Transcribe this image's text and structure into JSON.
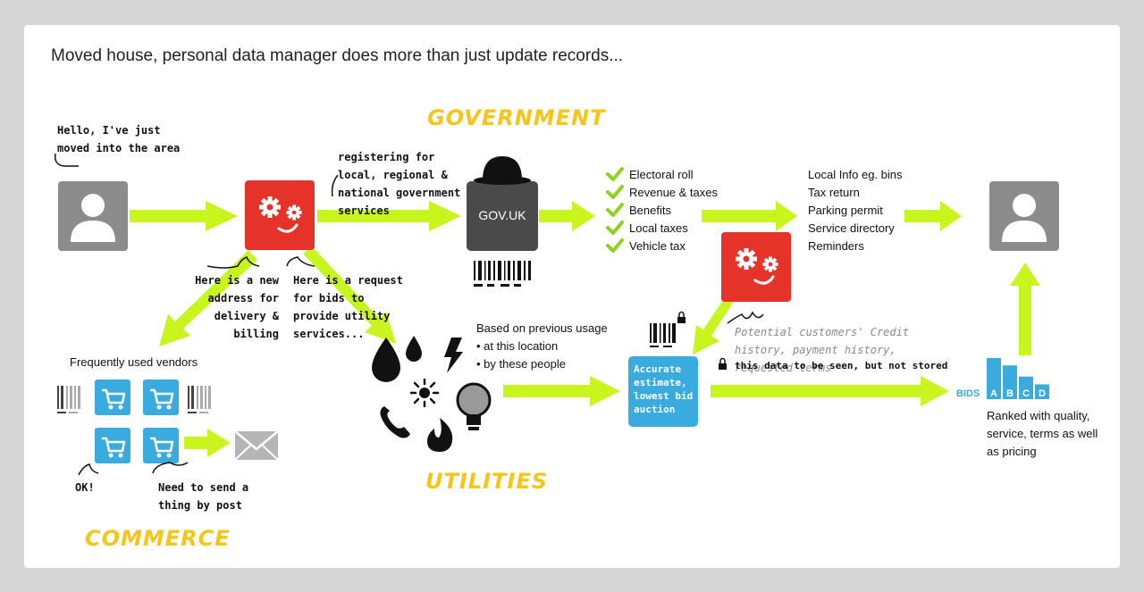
{
  "title": "Moved house, personal data manager does more than just update records...",
  "sections": {
    "government": "GOVERNMENT",
    "utilities": "UTILITIES",
    "commerce": "COMMERCE"
  },
  "speech": {
    "hello": "Hello, I've just moved into the area",
    "registering": "registering for local, regional & national government services",
    "new_address": "Here is a new address for delivery & billing",
    "request_bids": "Here is a request for bids to provide utility services...",
    "ok": "OK!",
    "need_send": "Need to send a thing by post"
  },
  "gov_box_label": "GOV.UK",
  "gov_services": [
    "Electoral roll",
    "Revenue & taxes",
    "Benefits",
    "Local taxes",
    "Vehicle tax"
  ],
  "gov_results": [
    "Local Info eg. bins",
    "Tax return",
    "Parking permit",
    "Service directory",
    "Reminders"
  ],
  "vendors_label": "Frequently used vendors",
  "usage": {
    "heading": "Based on previous usage",
    "items": [
      "at this location",
      "by these people"
    ]
  },
  "estimate_box": "Accurate estimate, lowest bid auction",
  "credit_note": "Potential customers' Credit history, payment history, requested terms",
  "privacy_note": "this data to be seen, but not stored",
  "bids": {
    "label": "BIDS",
    "letters": [
      "A",
      "B",
      "C",
      "D"
    ],
    "levels": [
      1.0,
      0.82,
      0.55,
      0.36
    ]
  },
  "ranked_note": "Ranked with quality, service, terms as well as pricing",
  "colors": {
    "arrow": "#c8f51e",
    "agent_red": "#e5332a",
    "vendor_blue": "#3aabdf",
    "heading_yellow": "#f5c518",
    "person_grey": "#8c8c8c",
    "check_green": "#8ed11e"
  },
  "icons": [
    "person-icon",
    "gears-icon",
    "bowler-hat-icon",
    "barcode-icon",
    "shopping-cart-icon",
    "envelope-icon",
    "water-drop-icon",
    "lightning-icon",
    "sun-icon",
    "phone-icon",
    "flame-icon",
    "light-bulb-icon",
    "padlock-icon",
    "check-icon"
  ]
}
